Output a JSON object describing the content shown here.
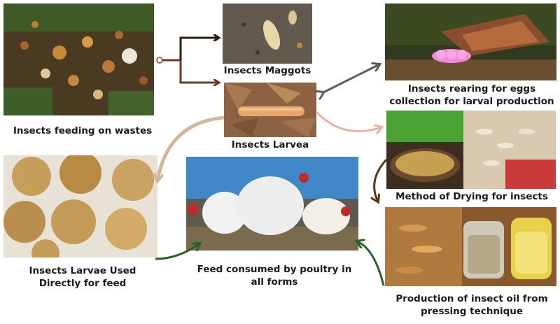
{
  "nodes": {
    "wastes": {
      "label": "Insects feeding on wastes"
    },
    "maggots": {
      "label": "Insects Maggots"
    },
    "larvea": {
      "label": "Insects Larvea"
    },
    "rearing": {
      "label_line1": "Insects rearing for eggs",
      "label_line2": "collection for larval production"
    },
    "drying": {
      "label": "Method of Drying for insects"
    },
    "oil": {
      "label_line1": "Production of insect oil from",
      "label_line2": "pressing technique"
    },
    "larvae_feed": {
      "label_line1": "Insects Larvae Used",
      "label_line2": "Directly for feed"
    },
    "poultry": {
      "label_line1": "Feed consumed by poultry in",
      "label_line2": "all forms"
    }
  },
  "colors": {
    "arrow_dark": "#3a1f10",
    "arrow_brown": "#6b3a22",
    "arrow_tan": "#d2b89a",
    "arrow_pink": "#e9b3a3",
    "arrow_gray": "#5a5a5a",
    "arrow_green": "#2f5d2a",
    "arrow_darkbrown": "#5a3318"
  }
}
